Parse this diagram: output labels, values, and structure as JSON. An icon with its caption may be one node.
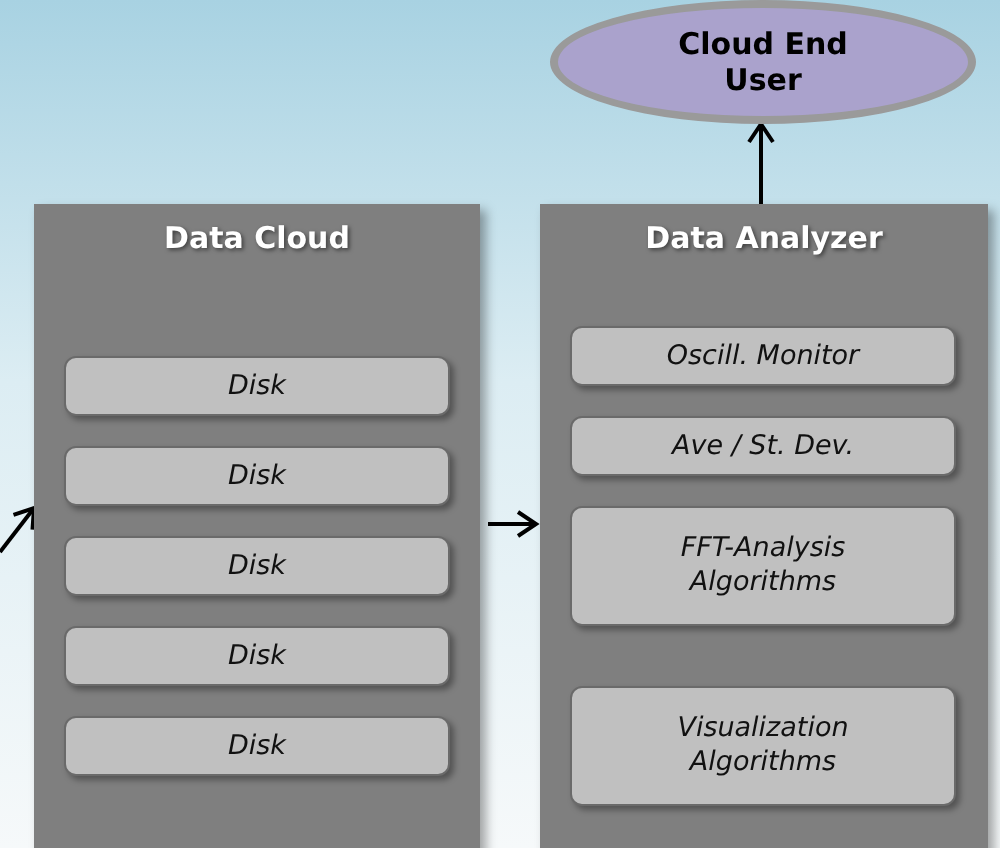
{
  "diagram": {
    "nodes": [
      {
        "text": [
          "Cloud End User"
        ]
      },
      {
        "text": [
          "Data Cloud"
        ]
      },
      {
        "text": [
          "Disk"
        ],
        "in": 1
      },
      {
        "text": [
          "Disk"
        ],
        "in": 1
      },
      {
        "text": [
          "Disk"
        ],
        "in": 1
      },
      {
        "text": [
          "Disk"
        ],
        "in": 1
      },
      {
        "text": [
          "Disk"
        ],
        "in": 1
      },
      {
        "text": [
          "Data Analyzer"
        ]
      },
      {
        "text": [
          "Oscill. Monitor"
        ],
        "in": 7
      },
      {
        "text": [
          "Ave / St. Dev."
        ],
        "in": 7
      },
      {
        "text": [
          "FFT-Analysis Algorithms"
        ],
        "in": 7
      },
      {
        "text": [
          "Visualization Algorithms"
        ],
        "in": 7
      }
    ],
    "edges": [
      {
        "from": null,
        "to": 1,
        "arrow": "to"
      },
      {
        "from": 1,
        "to": 7,
        "arrow": "to"
      },
      {
        "from": 7,
        "to": 0,
        "arrow": "to"
      }
    ]
  }
}
